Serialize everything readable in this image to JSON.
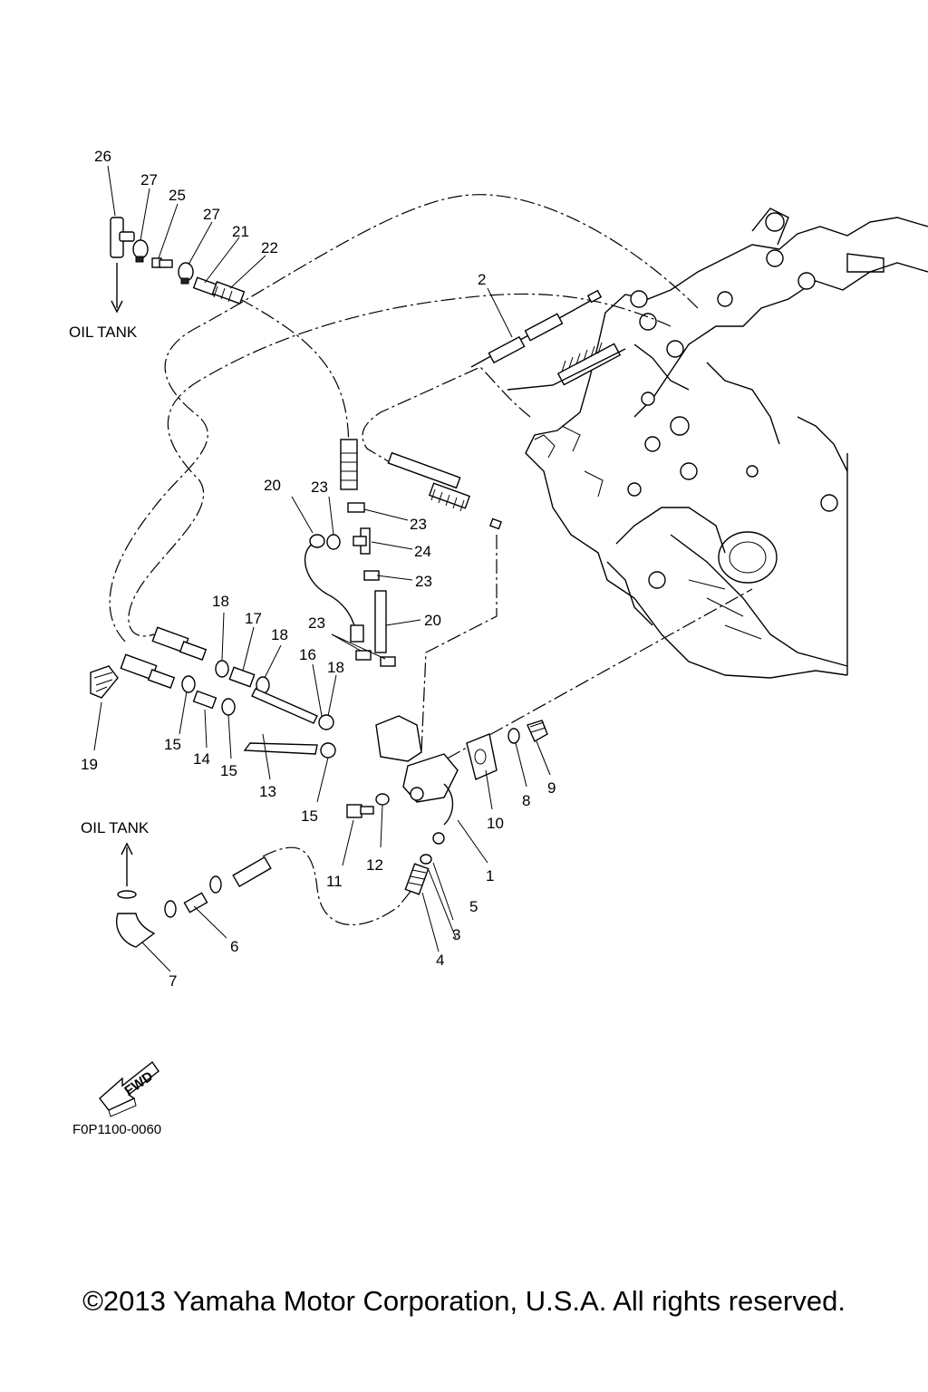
{
  "callouts": {
    "c1": "1",
    "c2": "2",
    "c3": "3",
    "c4": "4",
    "c5": "5",
    "c6": "6",
    "c7": "7",
    "c8": "8",
    "c9": "9",
    "c10": "10",
    "c11": "11",
    "c12": "12",
    "c13": "13",
    "c14": "14",
    "c15": "15",
    "c16": "16",
    "c17": "17",
    "c18": "18",
    "c19": "19",
    "c20": "20",
    "c21": "21",
    "c22": "22",
    "c23": "23",
    "c24": "24",
    "c25": "25",
    "c26": "26",
    "c27": "27"
  },
  "labels": {
    "oil_tank": "OIL TANK",
    "fwd": "FWD",
    "diagram_code": "F0P1100-0060"
  },
  "footer": {
    "copyright": "©2013 Yamaha Motor Corporation, U.S.A. All rights reserved."
  }
}
